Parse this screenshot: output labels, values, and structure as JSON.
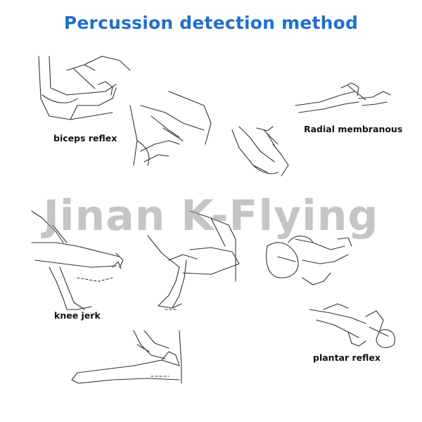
{
  "title": "Percussion detection method",
  "labels": {
    "biceps": "biceps reflex",
    "radial": "Radial membranous",
    "knee": "knee jerk",
    "plantar": "plantar reflex"
  },
  "watermark": "Jinan K-Flying",
  "colors": {
    "title": "#1f6fd1",
    "watermark": "#969696"
  }
}
